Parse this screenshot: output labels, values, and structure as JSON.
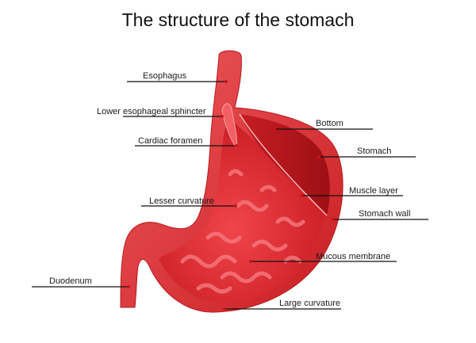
{
  "title": "The structure of the stomach",
  "labels": {
    "esophagus": "Esophagus",
    "lower_sphincter": "Lower esophageal sphincter",
    "cardiac_foramen": "Cardiac foramen",
    "lesser_curvature": "Lesser curvature",
    "duodenum": "Duodenum",
    "bottom": "Bottom",
    "stomach": "Stomach",
    "muscle_layer": "Muscle layer",
    "stomach_wall": "Stomach wall",
    "mucous_membrane": "Mucous membrane",
    "large_curvature": "Large curvature"
  },
  "colors": {
    "outer_wall": "#e33a3e",
    "wall_dark": "#c81d22",
    "lumen": "#e8262d",
    "mucosa_light": "#f47a7d",
    "muscle": "#b3141b",
    "leader_line": "#111111"
  }
}
